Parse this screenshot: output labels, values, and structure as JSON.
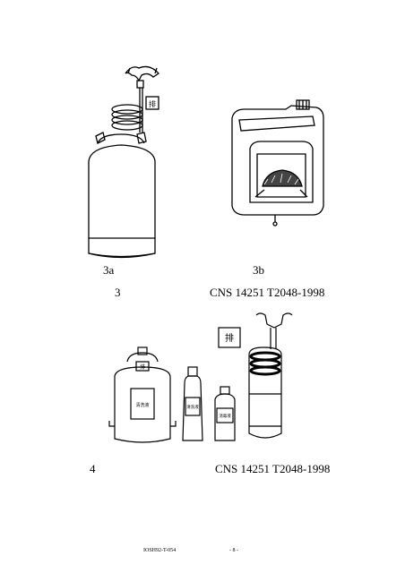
{
  "figure3": {
    "label_a": "3a",
    "label_b": "3b",
    "caption_number": "3",
    "caption_ref": "CNS 14251 T2048-1998",
    "drain_label": "排"
  },
  "figure4": {
    "caption_number": "4",
    "caption_ref": "CNS 14251 T2048-1998",
    "drain_label": "排",
    "tank_top_label": "排",
    "tank_label": "清洗液",
    "bottle1_label": "清洗液",
    "bottle2_label": "消毒液"
  },
  "footer": {
    "doc_id": "IOSH92-T-054",
    "page": "- 8 -"
  }
}
